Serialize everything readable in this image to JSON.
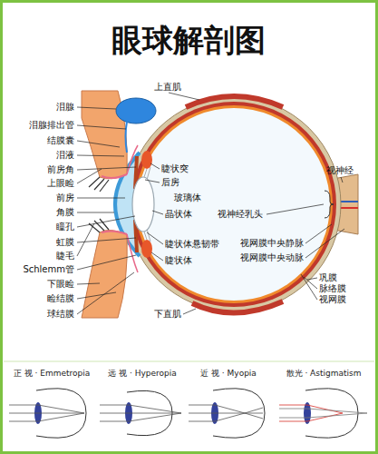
{
  "diagram": {
    "title": "眼球解剖图",
    "labels": [
      "泪腺",
      "泪腺排出管",
      "结膜囊",
      "泪液",
      "前房角",
      "上眼睑",
      "前房",
      "角膜",
      "瞳孔",
      "虹膜",
      "睫毛",
      "Schlemm管",
      "下眼睑",
      "睑结膜",
      "球结膜",
      "上直肌",
      "睫状突",
      "后房",
      "玻璃体",
      "晶状体",
      "睫状体悬韧带",
      "睫状体",
      "视神经乳头",
      "视神经",
      "视网膜中央静脉",
      "视网膜中央动脉",
      "巩膜",
      "脉络膜",
      "视网膜",
      "下直肌",
      "正 视 · Emmetropia",
      "远 视 · Hyperopia",
      "近 视 · Myopia",
      "散光 · Astigmatism"
    ]
  }
}
